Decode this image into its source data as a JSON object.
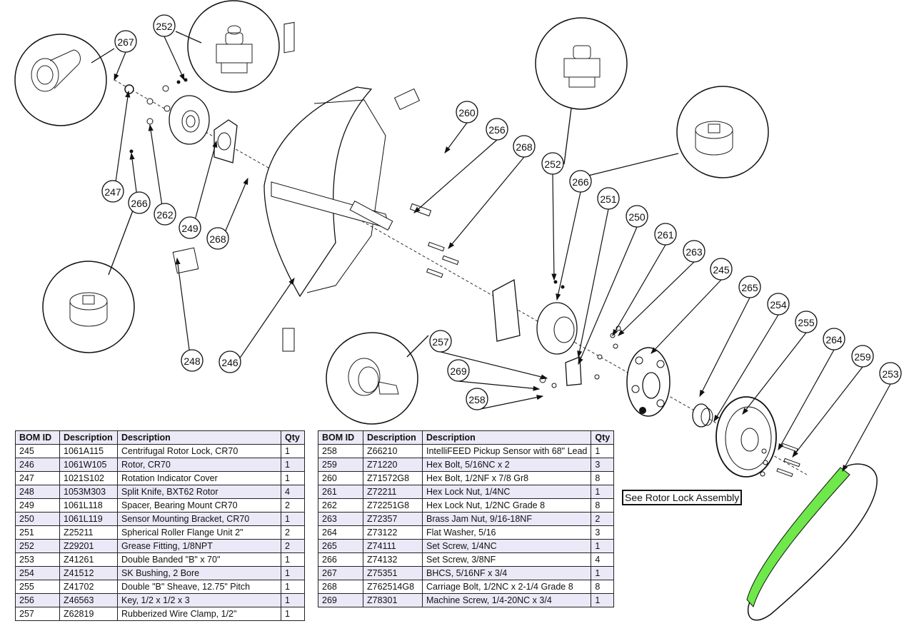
{
  "note": "See Rotor Lock Assembly",
  "accent_colors": {
    "belt": "#6ee84a",
    "row_shade": "#ebe9f7"
  },
  "callouts": [
    {
      "id": "267"
    },
    {
      "id": "252"
    },
    {
      "id": "247"
    },
    {
      "id": "266"
    },
    {
      "id": "262"
    },
    {
      "id": "249"
    },
    {
      "id": "268"
    },
    {
      "id": "248"
    },
    {
      "id": "246"
    },
    {
      "id": "260"
    },
    {
      "id": "256"
    },
    {
      "id": "268"
    },
    {
      "id": "252"
    },
    {
      "id": "266"
    },
    {
      "id": "251"
    },
    {
      "id": "250"
    },
    {
      "id": "261"
    },
    {
      "id": "263"
    },
    {
      "id": "245"
    },
    {
      "id": "265"
    },
    {
      "id": "254"
    },
    {
      "id": "255"
    },
    {
      "id": "264"
    },
    {
      "id": "259"
    },
    {
      "id": "253"
    },
    {
      "id": "257"
    },
    {
      "id": "269"
    },
    {
      "id": "258"
    }
  ],
  "bom_headers": [
    "BOM ID",
    "Description",
    "Description",
    "Qty"
  ],
  "bom_left": [
    [
      "245",
      "1061A115",
      "Centrifugal Rotor Lock, CR70",
      "1"
    ],
    [
      "246",
      "1061W105",
      "Rotor, CR70",
      "1"
    ],
    [
      "247",
      "1021S102",
      "Rotation Indicator Cover",
      "1"
    ],
    [
      "248",
      "1053M303",
      "Split Knife, BXT62 Rotor",
      "4"
    ],
    [
      "249",
      "1061L118",
      "Spacer, Bearing Mount CR70",
      "2"
    ],
    [
      "250",
      "1061L119",
      "Sensor Mounting Bracket, CR70",
      "1"
    ],
    [
      "251",
      "Z25211",
      "Spherical Roller Flange Unit 2\"",
      "2"
    ],
    [
      "252",
      "Z29201",
      "Grease Fitting, 1/8NPT",
      "2"
    ],
    [
      "253",
      "Z41261",
      "Double Banded \"B\" x 70\"",
      "1"
    ],
    [
      "254",
      "Z41512",
      "SK Bushing, 2 Bore",
      "1"
    ],
    [
      "255",
      "Z41702",
      "Double \"B\" Sheave, 12.75\" Pitch",
      "1"
    ],
    [
      "256",
      "Z46563",
      "Key, 1/2 x 1/2 x 3",
      "1"
    ],
    [
      "257",
      "Z62819",
      "Rubberized Wire Clamp, 1/2\"",
      "1"
    ]
  ],
  "bom_right": [
    [
      "258",
      "Z66210",
      "IntelliFEED Pickup Sensor with 68\" Lead",
      "1"
    ],
    [
      "259",
      "Z71220",
      "Hex Bolt, 5/16NC x 2",
      "3"
    ],
    [
      "260",
      "Z71572G8",
      "Hex Bolt, 1/2NF x 7/8 Gr8",
      "8"
    ],
    [
      "261",
      "Z72211",
      "Hex Lock Nut, 1/4NC",
      "1"
    ],
    [
      "262",
      "Z72251G8",
      "Hex Lock Nut, 1/2NC Grade 8",
      "8"
    ],
    [
      "263",
      "Z72357",
      "Brass Jam Nut, 9/16-18NF",
      "2"
    ],
    [
      "264",
      "Z73122",
      "Flat Washer, 5/16",
      "3"
    ],
    [
      "265",
      "Z74111",
      "Set Screw, 1/4NC",
      "1"
    ],
    [
      "266",
      "Z74132",
      "Set Screw, 3/8NF",
      "4"
    ],
    [
      "267",
      "Z75351",
      "BHCS, 5/16NF x 3/4",
      "1"
    ],
    [
      "268",
      "Z762514G8",
      "Carriage Bolt, 1/2NC x 2-1/4 Grade 8",
      "8"
    ],
    [
      "269",
      "Z78301",
      "Machine Screw, 1/4-20NC x 3/4",
      "1"
    ]
  ]
}
